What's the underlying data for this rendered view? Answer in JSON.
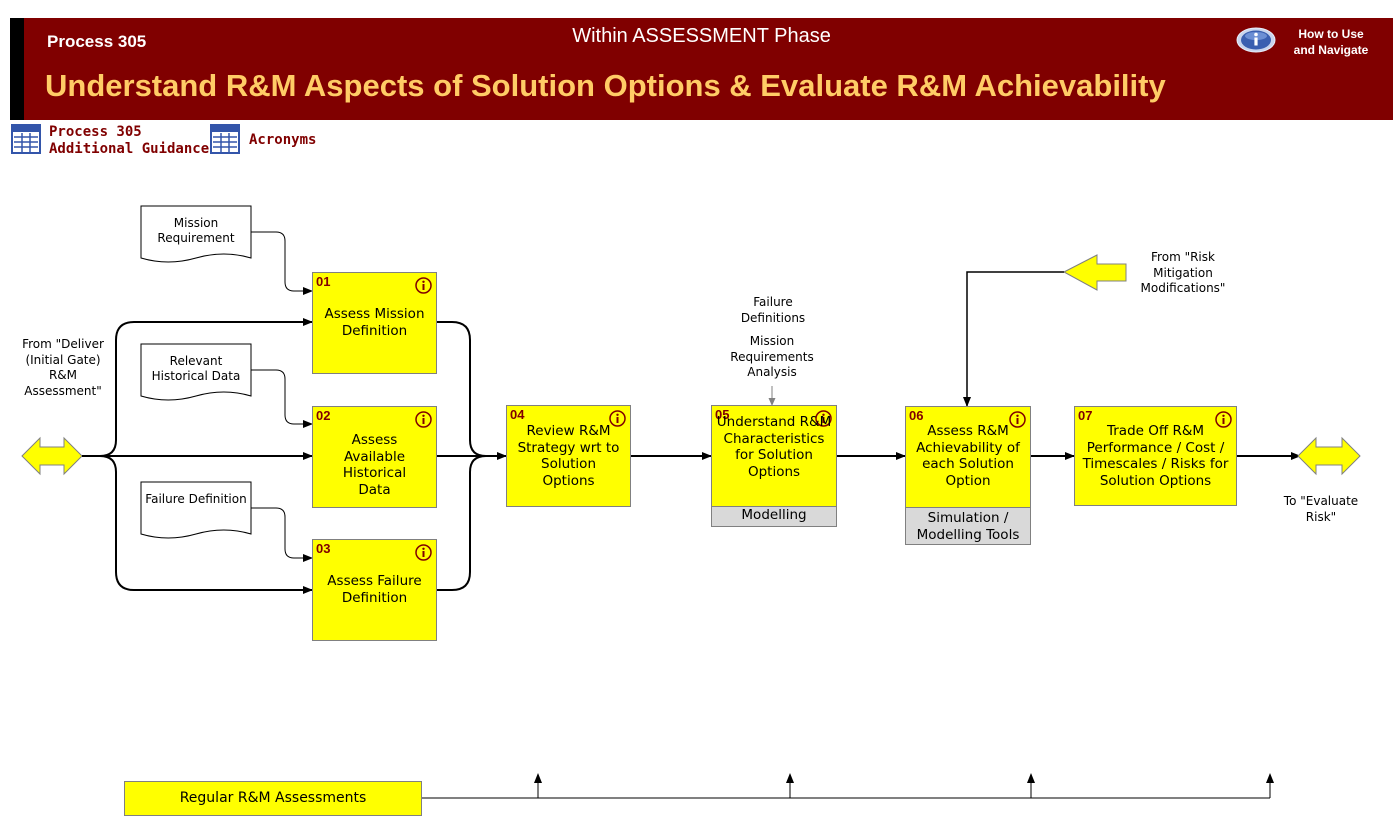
{
  "header": {
    "process_label": "Process 305",
    "phase": "Within ASSESSMENT Phase",
    "title": "Understand R&M Aspects of Solution Options & Evaluate R&M Achievability",
    "help_label": "How to Use and Navigate",
    "info_icon": "info-icon"
  },
  "links": {
    "guidance": "Process 305\nAdditional Guidance",
    "acronyms": "Acronyms",
    "icon": "table-icon"
  },
  "inputs": [
    {
      "label": "Mission Requirement"
    },
    {
      "label": "Relevant Historical Data"
    },
    {
      "label": "Failure Definition"
    }
  ],
  "steps": [
    {
      "num": "01",
      "label": "Assess Mission Definition"
    },
    {
      "num": "02",
      "label": "Assess Available Historical Data"
    },
    {
      "num": "03",
      "label": "Assess Failure Definition"
    },
    {
      "num": "04",
      "label": "Review R&M Strategy wrt to Solution Options"
    },
    {
      "num": "05",
      "label": "Understand R&M Characteristics for Solution Options",
      "tool": "Modelling"
    },
    {
      "num": "06",
      "label": "Assess R&M Achievability of each Solution Option",
      "tool": "Simulation / Modelling Tools"
    },
    {
      "num": "07",
      "label": "Trade Off R&M Performance / Cost / Timescales / Risks for Solution Options"
    }
  ],
  "labels": {
    "from_deliver": "From \"Deliver (Initial Gate) R&M Assessment\"",
    "failure_defs": "Failure Definitions",
    "mission_req_analysis": "Mission Requirements Analysis",
    "from_risk": "From \"Risk Mitigation Modifications\"",
    "to_evaluate": "To \"Evaluate Risk\""
  },
  "regular": "Regular R&M Assessments",
  "colors": {
    "header_bg": "#800000",
    "title": "#ffcc66",
    "box_fill": "#ffff00",
    "tool_fill": "#d9d9d9",
    "link_text": "#800000"
  }
}
